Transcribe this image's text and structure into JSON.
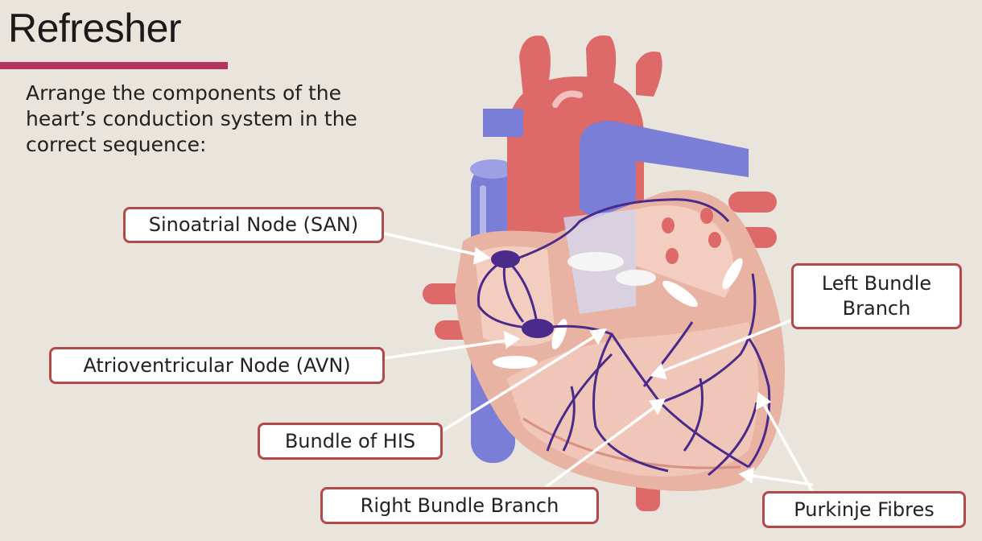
{
  "slide": {
    "title": "Refresher",
    "prompt": "Arrange the components of the heart’s conduction system in the correct sequence:"
  },
  "labels": {
    "san": "Sinoatrial Node (SAN)",
    "avn": "Atrioventricular Node (AVN)",
    "his": "Bundle of HIS",
    "lbb": "Left Bundle Branch",
    "rbb": "Right Bundle Branch",
    "pf": "Purkinje Fibres"
  },
  "colors": {
    "accent_bar": "#b4345f",
    "label_border": "#b34a4a",
    "artery": "#dd6a68",
    "vein": "#7b7ed6",
    "conduction": "#4a2a8a",
    "muscle": "#e8b3a3",
    "background": "#e9e4dc"
  }
}
